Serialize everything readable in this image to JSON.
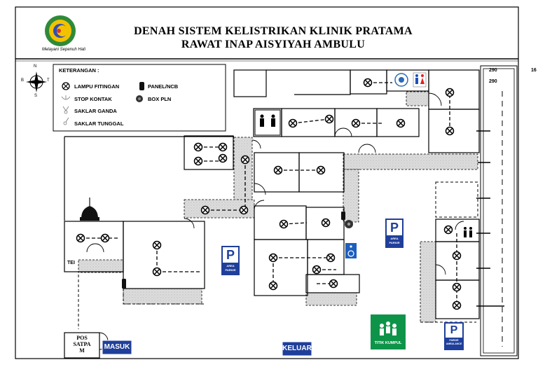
{
  "header": {
    "title_line1": "DENAH SISTEM KELISTRIKAN KLINIK PRATAMA",
    "title_line2": "RAWAT INAP AISYIYAH AMBULU",
    "logo_tagline": "Melayani Sepenuh Hati"
  },
  "compass": {
    "north": "N",
    "south": "S",
    "east": "T",
    "west": "B"
  },
  "legend": {
    "title": "KETERANGAN :",
    "items": [
      {
        "icon": "lamp-icon",
        "label": "LAMPU FITINGAN"
      },
      {
        "icon": "socket-icon",
        "label": "STOP KONTAK"
      },
      {
        "icon": "double-switch-icon",
        "label": "SAKLAR GANDA"
      },
      {
        "icon": "single-switch-icon",
        "label": "SAKLAR TUNGGAL"
      },
      {
        "icon": "panel-icon",
        "label": "PANEL/NCB"
      },
      {
        "icon": "pln-box-icon",
        "label": "BOX PLN"
      }
    ]
  },
  "labels": {
    "road_top": "290",
    "road_second": "290",
    "edge_number": "16",
    "tei": "TEI",
    "pos_satpam": [
      "POS",
      "SATPA",
      "M"
    ]
  },
  "signs": {
    "masuk": "MASUK",
    "keluar": "KELUAR",
    "parking_center": {
      "letter": "P",
      "line1": "AREA",
      "line2": "PARKIR"
    },
    "parking_left": {
      "letter": "P",
      "line1": "AREA",
      "line2": "PARKIR"
    },
    "parking_ambulance": {
      "letter": "P",
      "line1": "PARKIR",
      "line2": "AMBULANCE"
    },
    "assembly": "TITIK KUMPUL"
  },
  "colors": {
    "sign_blue": "#1f3f9a",
    "assembly_green": "#0e9448",
    "corridor_gray": "#d9d9d9",
    "logo_green": "#2f8a3a",
    "logo_yellow": "#f2c200"
  }
}
